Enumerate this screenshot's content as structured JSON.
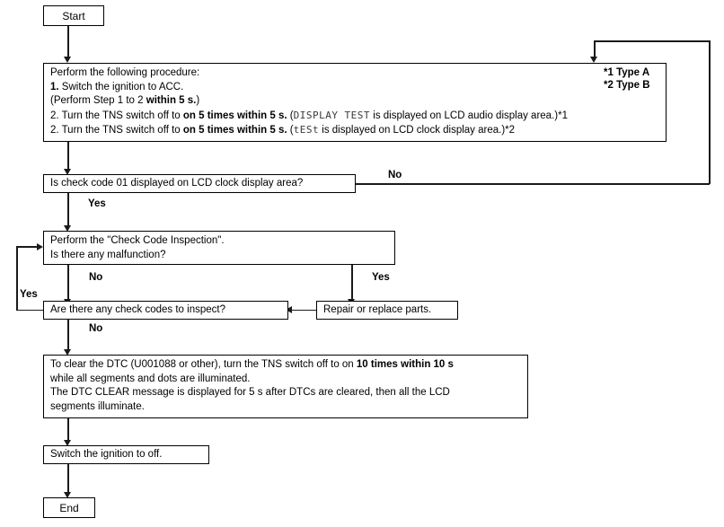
{
  "diagram": {
    "title": "TNS / LCD check code and DTC clearing procedure flowchart",
    "type": "flowchart",
    "line_color": "#1a1a1a",
    "box_border_color": "#000000",
    "background": "#ffffff"
  },
  "nodes": {
    "start": {
      "label": "Start"
    },
    "procedure": {
      "line1": "Perform the following procedure:",
      "line2_num": "1.",
      "line2_rest": " Switch the ignition to ACC.",
      "line3_a": "(Perform Step 1 to 2 ",
      "line3_b": "within 5 s.",
      "line3_c": ")",
      "line4_a": "2. Turn the TNS switch off to ",
      "line4_b": "on 5 times within 5 s.",
      "line4_c": " (",
      "line4_lcd": "DISPLAY TEST",
      "line4_d": " is displayed on LCD audio display area.)*1",
      "line5_a": "2. Turn the TNS switch off to ",
      "line5_b": "on 5 times within 5 s.",
      "line5_c": " (",
      "line5_lcd": "tESt",
      "line5_d": " is displayed on LCD clock display area.)*2"
    },
    "check_code_question": {
      "label": "Is check code 01 displayed on LCD clock display area?"
    },
    "inspection": {
      "line1": "Perform the \"Check Code Inspection\".",
      "line2": "Is there any malfunction?"
    },
    "codes_to_inspect": {
      "label": "Are there any check codes to inspect?"
    },
    "repair": {
      "label": "Repair or replace parts."
    },
    "clear_dtc": {
      "line1_a": "To clear the DTC (U001088 or other), turn the TNS switch off to on ",
      "line1_b": "10 times within 10 s",
      "line2": "while all segments and dots are illuminated.",
      "line3_a": "The DTC CLEAR message is displayed for 5 s after DTCs are cleared, then all the LCD",
      "line4": "segments illuminate."
    },
    "ignition_off": {
      "label": "Switch the ignition to off."
    },
    "end": {
      "label": "End"
    }
  },
  "legend": {
    "note1": "*1 Type A",
    "note2": "*2 Type B"
  },
  "edge_labels": {
    "check_code_no": "No",
    "check_code_yes": "Yes",
    "malfunction_no": "No",
    "malfunction_yes": "Yes",
    "codes_yes": "Yes",
    "codes_no": "No"
  }
}
